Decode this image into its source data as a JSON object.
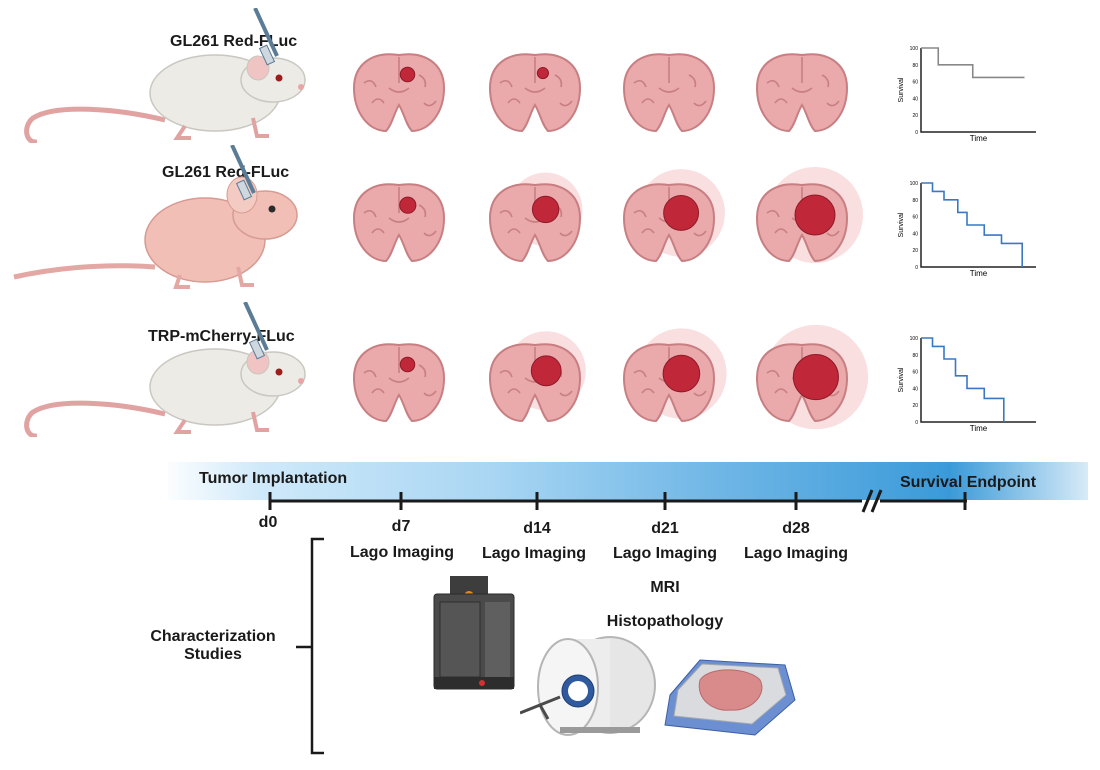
{
  "rows": [
    {
      "label": "GL261 Red-FLuc",
      "mouse": "white-mouse",
      "tumor_sizes": [
        0.25,
        0.15,
        0,
        0
      ],
      "survival": {
        "ylabel": "Survival",
        "xlabel": "Time",
        "line_color": "#888888",
        "yticks": [
          "100",
          "80",
          "60",
          "40",
          "20",
          "0"
        ],
        "steps": [
          [
            0,
            100
          ],
          [
            0.15,
            100
          ],
          [
            0.15,
            80
          ],
          [
            0.45,
            80
          ],
          [
            0.45,
            65
          ],
          [
            0.9,
            65
          ]
        ]
      }
    },
    {
      "label": "GL261 Red-FLuc",
      "mouse": "nude-mouse",
      "tumor_sizes": [
        0.3,
        0.6,
        0.85,
        1.0
      ],
      "survival": {
        "ylabel": "Survival",
        "xlabel": "Time",
        "line_color": "#3a78c2",
        "yticks": [
          "100",
          "80",
          "60",
          "40",
          "20",
          "0"
        ],
        "steps": [
          [
            0,
            100
          ],
          [
            0.1,
            100
          ],
          [
            0.1,
            90
          ],
          [
            0.2,
            90
          ],
          [
            0.2,
            80
          ],
          [
            0.32,
            80
          ],
          [
            0.32,
            65
          ],
          [
            0.4,
            65
          ],
          [
            0.4,
            50
          ],
          [
            0.55,
            50
          ],
          [
            0.55,
            38
          ],
          [
            0.7,
            38
          ],
          [
            0.7,
            28
          ],
          [
            0.88,
            28
          ],
          [
            0.88,
            0
          ]
        ]
      }
    },
    {
      "label": "TRP-mCherry-FLuc",
      "mouse": "white-mouse",
      "tumor_sizes": [
        0.25,
        0.7,
        0.9,
        1.15
      ],
      "survival": {
        "ylabel": "Survival",
        "xlabel": "Time",
        "line_color": "#3a78c2",
        "yticks": [
          "100",
          "80",
          "60",
          "40",
          "20",
          "0"
        ],
        "steps": [
          [
            0,
            100
          ],
          [
            0.1,
            100
          ],
          [
            0.1,
            90
          ],
          [
            0.2,
            90
          ],
          [
            0.2,
            75
          ],
          [
            0.3,
            75
          ],
          [
            0.3,
            55
          ],
          [
            0.4,
            55
          ],
          [
            0.4,
            40
          ],
          [
            0.55,
            40
          ],
          [
            0.55,
            28
          ],
          [
            0.72,
            28
          ],
          [
            0.72,
            0
          ]
        ]
      }
    }
  ],
  "timeline": {
    "start_label": "Tumor Implantation",
    "end_label": "Survival Endpoint",
    "days": [
      "d0",
      "d7",
      "d14",
      "d21",
      "d28"
    ],
    "imaging_label": "Lago Imaging",
    "extra_d21": [
      "MRI",
      "Histopathology"
    ]
  },
  "characterization": "Characterization Studies",
  "colors": {
    "tumor": "#c0283a",
    "brain": "#eaa9ab",
    "brain_stroke": "#c77f82",
    "glow": "#f6c5c8",
    "bar_start": "#d7eefb",
    "bar_end": "#3a9ad9"
  },
  "icons": [
    "syringe-icon",
    "imaging-system-icon",
    "mri-scanner-icon",
    "histology-slide-icon"
  ]
}
